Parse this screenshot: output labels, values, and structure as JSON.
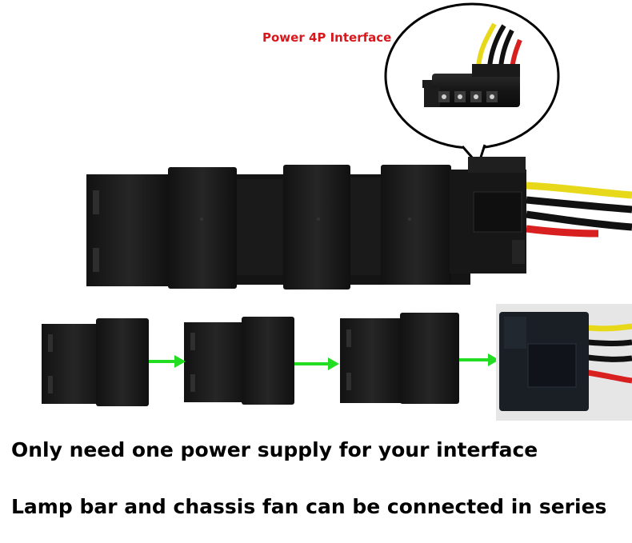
{
  "callout": {
    "label": "Power 4P Interface"
  },
  "captions": {
    "line1": "Only need one power supply for your interface",
    "line2": "Lamp bar and chassis fan can be connected in series"
  },
  "colors": {
    "label_red": "#d8181c",
    "arrow_green": "#22dd22",
    "connector_black": "#141414",
    "wire_yellow": "#e8d81a",
    "wire_red": "#d82020",
    "wire_black": "#111111"
  }
}
